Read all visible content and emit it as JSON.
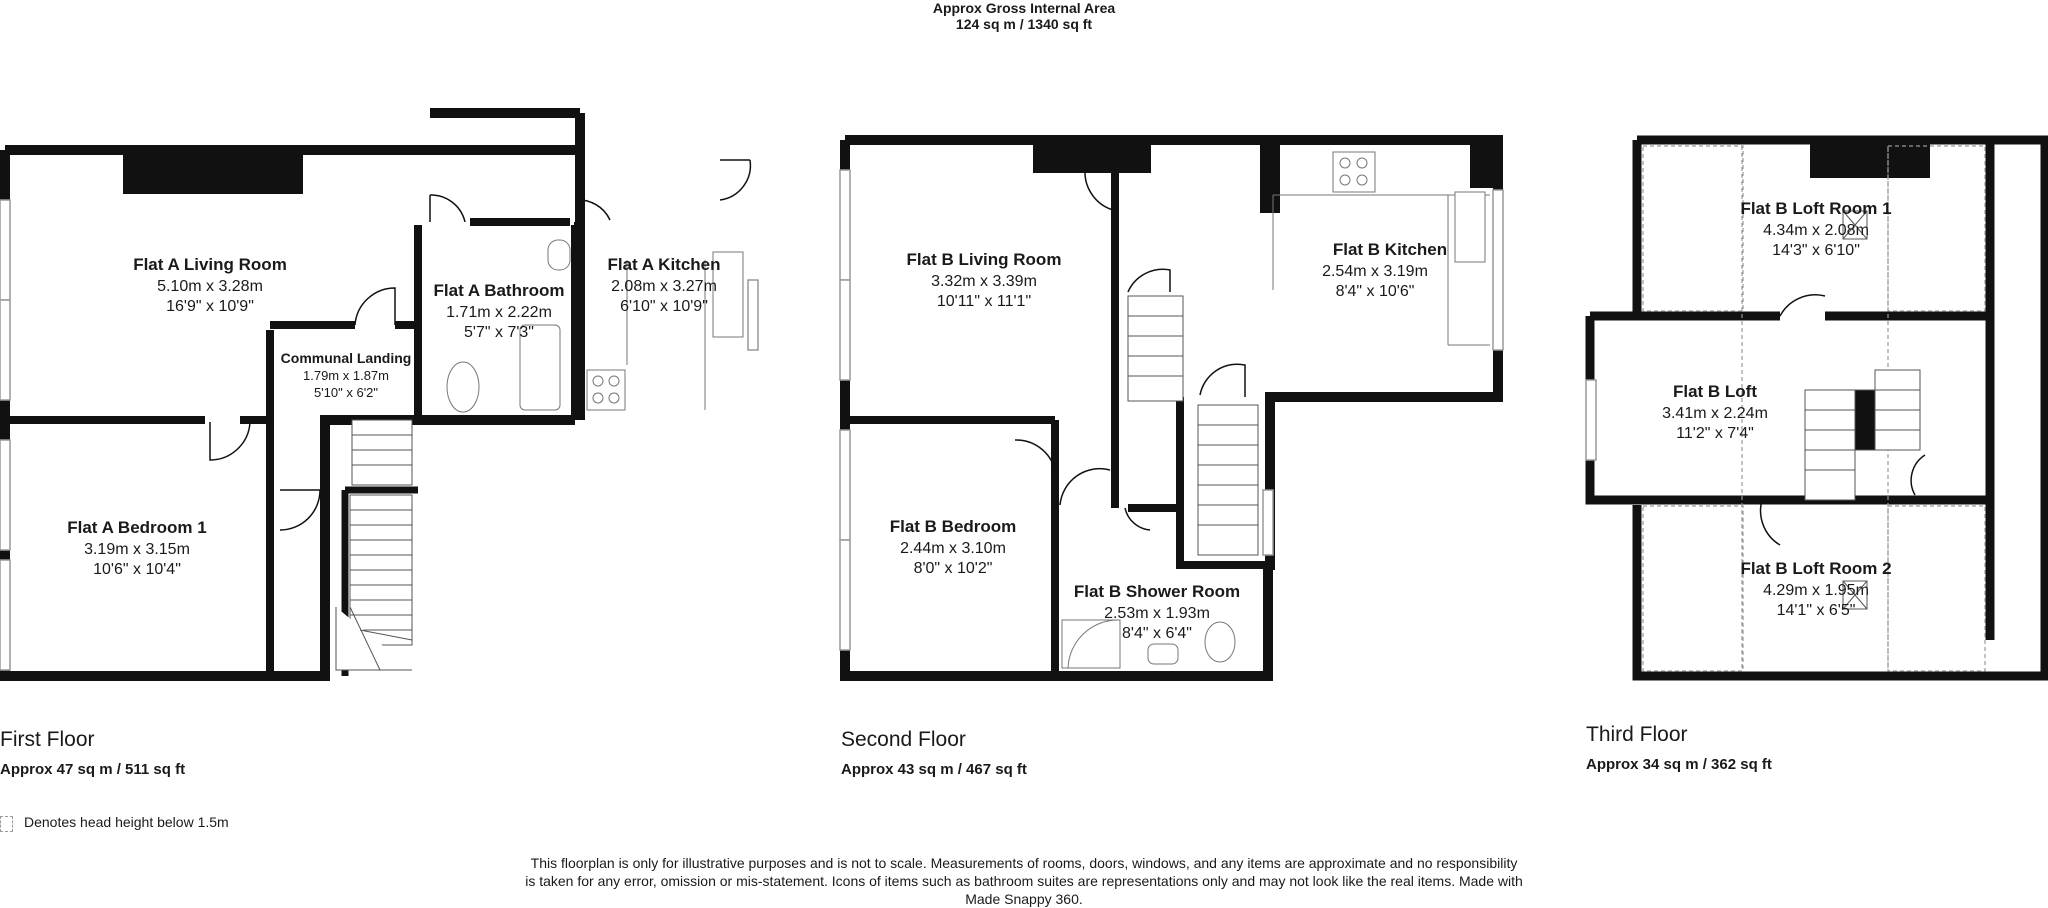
{
  "header": {
    "title": "Approx Gross Internal Area",
    "area": "124 sq m / 1340 sq ft"
  },
  "floors": [
    {
      "name": "First Floor",
      "area": "Approx 47 sq m / 511 sq ft"
    },
    {
      "name": "Second Floor",
      "area": "Approx 43 sq m / 467 sq ft"
    },
    {
      "name": "Third Floor",
      "area": "Approx 34 sq m / 362 sq ft"
    }
  ],
  "rooms": {
    "a_living": {
      "name": "Flat A Living Room",
      "metric": "5.10m x 3.28m",
      "imperial": "16'9\" x 10'9\""
    },
    "a_bedroom": {
      "name": "Flat A Bedroom 1",
      "metric": "3.19m x 3.15m",
      "imperial": "10'6\" x 10'4\""
    },
    "communal": {
      "name": "Communal Landing",
      "metric": "1.79m x 1.87m",
      "imperial": "5'10\" x 6'2\""
    },
    "a_bathroom": {
      "name": "Flat A Bathroom",
      "metric": "1.71m x 2.22m",
      "imperial": "5'7\" x 7'3\""
    },
    "a_kitchen": {
      "name": "Flat A Kitchen",
      "metric": "2.08m x 3.27m",
      "imperial": "6'10\" x 10'9\""
    },
    "b_living": {
      "name": "Flat B Living Room",
      "metric": "3.32m x 3.39m",
      "imperial": "10'11\" x 11'1\""
    },
    "b_kitchen": {
      "name": "Flat B Kitchen",
      "metric": "2.54m x 3.19m",
      "imperial": "8'4\" x 10'6\""
    },
    "b_bedroom": {
      "name": "Flat B Bedroom",
      "metric": "2.44m x 3.10m",
      "imperial": "8'0\" x 10'2\""
    },
    "b_shower": {
      "name": "Flat B Shower Room",
      "metric": "2.53m x 1.93m",
      "imperial": "8'4\" x 6'4\""
    },
    "b_loft1": {
      "name": "Flat B Loft Room 1",
      "metric": "4.34m x 2.08m",
      "imperial": "14'3\" x 6'10\""
    },
    "b_loft": {
      "name": "Flat B Loft",
      "metric": "3.41m x 2.24m",
      "imperial": "11'2\" x 7'4\""
    },
    "b_loft2": {
      "name": "Flat B Loft Room 2",
      "metric": "4.29m x 1.95m",
      "imperial": "14'1\" x 6'5\""
    }
  },
  "legend": "Denotes head height below 1.5m",
  "disclaimer": "This floorplan is only for illustrative purposes and is not to scale. Measurements of rooms, doors, windows, and any items are approximate and no responsibility is taken for any error, omission or mis-statement. Icons of items such as bathroom suites are representations only and may not look like the real items. Made with Made Snappy 360.",
  "colors": {
    "wall": "#111111",
    "hatch": "#9a9a9a",
    "line": "#999999"
  }
}
